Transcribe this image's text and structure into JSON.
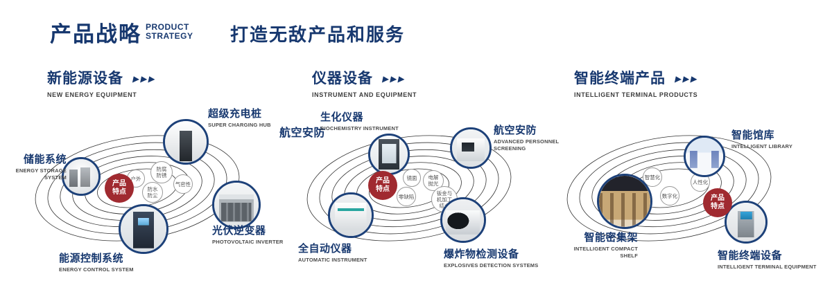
{
  "header": {
    "title_zh": "产品战略",
    "title_en_line1": "PRODUCT",
    "title_en_line2": "STRATEGY",
    "tagline": "打造无敌产品和服务"
  },
  "colors": {
    "navy": "#17386f",
    "red": "#a02a30",
    "orbit": "#1c1c1c"
  },
  "sections": [
    {
      "title_zh": "新能源设备",
      "title_en": "NEW ENERGY EQUIPMENT",
      "arrows": "▶▶▶",
      "badge": "产品特点",
      "features": [
        "户外",
        "防腐防锈",
        "气密性",
        "防水防尘"
      ],
      "products": [
        {
          "zh": "储能系统",
          "en": "ENERGY STORAGE SYSTEM"
        },
        {
          "zh": "超级充电桩",
          "en": "SUPER CHARGING HUB"
        },
        {
          "zh": "光伏逆变器",
          "en": "PHOTOVOLTAIC INVERTER"
        },
        {
          "zh": "能源控制系统",
          "en": "ENERGY CONTROL SYSTEM"
        }
      ]
    },
    {
      "title_zh": "仪器设备",
      "title_en": "INSTRUMENT AND EQUIPMENT",
      "arrows": "▶▶▶",
      "badge": "产品特点",
      "aviation_label": "航空安防",
      "features": [
        "镜面",
        "电解抛光",
        "零缺陷",
        "钣金与机加工结合"
      ],
      "products": [
        {
          "zh": "生化仪器",
          "en": "BIOCHEMISTRY INSTRUMENT"
        },
        {
          "zh": "航空安防",
          "en": "ADVANCED PERSONNEL SCREENING"
        },
        {
          "zh": "全自动仪器",
          "en": "AUTOMATIC INSTRUMENT"
        },
        {
          "zh": "爆炸物检测设备",
          "en": "EXPLOSIVES DETECTION SYSTEMS"
        }
      ]
    },
    {
      "title_zh": "智能终端产品",
      "title_en": "INTELLIGENT TERMINAL PRODUCTS",
      "arrows": "▶▶▶",
      "badge": "产品特点",
      "features": [
        "智慧化",
        "人性化",
        "数字化"
      ],
      "products": [
        {
          "zh": "智能馆库",
          "en": "INTELLIGENT LIBRARY"
        },
        {
          "zh": "智能密集架",
          "en": "INTELLIGENT COMPACT SHELF"
        },
        {
          "zh": "智能终端设备",
          "en": "INTELLIGENT TERMINAL EQUIPMENT"
        }
      ]
    }
  ]
}
